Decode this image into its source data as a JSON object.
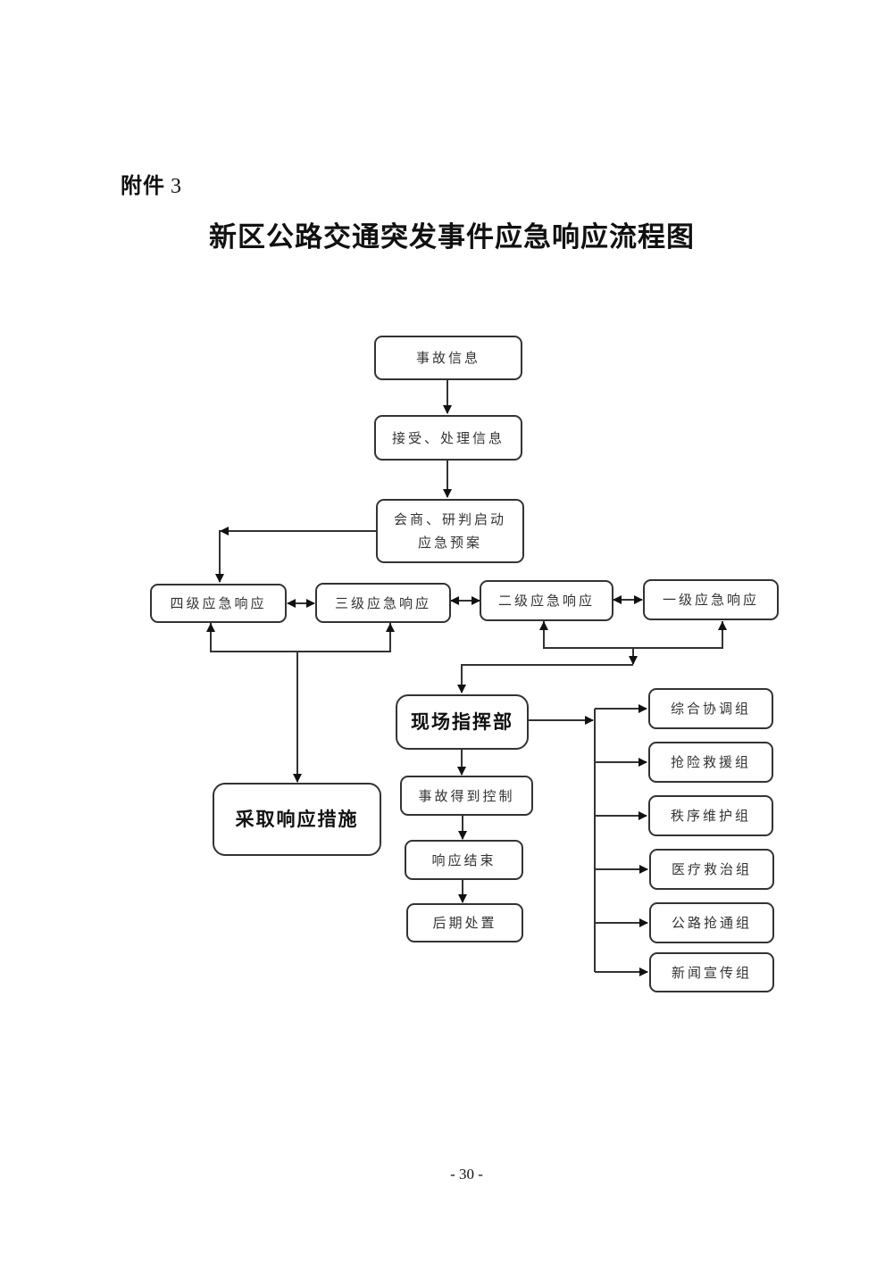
{
  "header": {
    "attachment_label": "附件",
    "attachment_number": "3",
    "title": "新区公路交通突发事件应急响应流程图"
  },
  "flow": {
    "incident_info": "事故信息",
    "receive_process": "接受、处理信息",
    "consult_judge": "会商、研判启动\n应急预案",
    "levels": {
      "level4": "四级应急响应",
      "level3": "三级应急响应",
      "level2": "二级应急响应",
      "level1": "一级应急响应"
    },
    "onsite_command": "现场指挥部",
    "take_measures": "采取响应措施",
    "steps": [
      "事故得到控制",
      "响应结束",
      "后期处置"
    ],
    "groups": [
      "综合协调组",
      "抢险救援组",
      "秩序维护组",
      "医疗救治组",
      "公路抢通组",
      "新闻宣传组"
    ]
  },
  "footer": {
    "page_number": "- 30 -"
  }
}
